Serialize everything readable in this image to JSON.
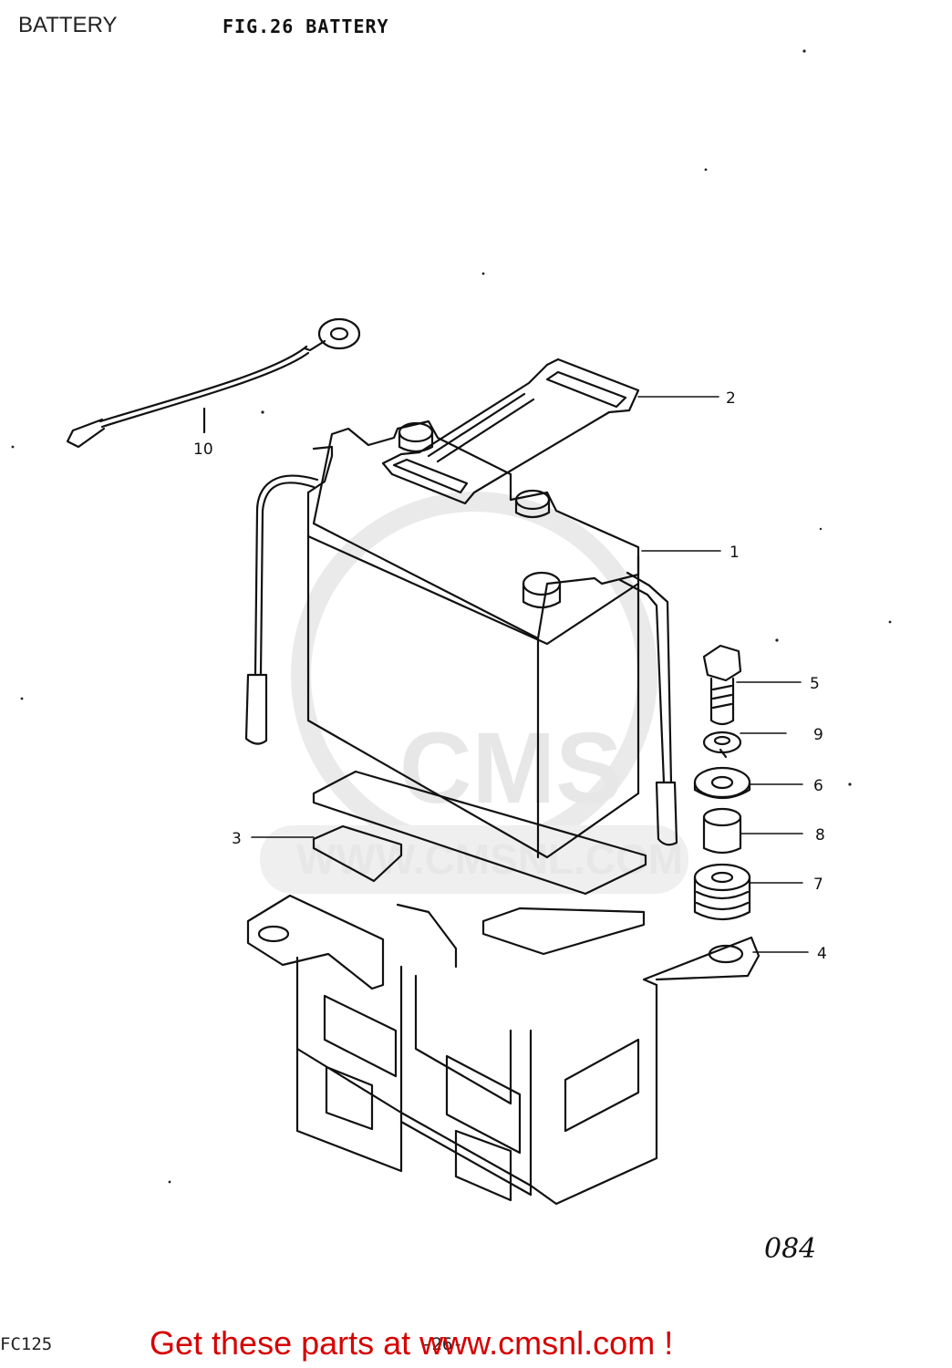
{
  "header": {
    "title": "BATTERY",
    "figure_label": "FIG.26  BATTERY"
  },
  "watermark": {
    "brand": "CMS",
    "url": "WWW.CMSNL.COM"
  },
  "callouts": [
    {
      "id": "part-1",
      "label": "1"
    },
    {
      "id": "part-2",
      "label": "2"
    },
    {
      "id": "part-3",
      "label": "3"
    },
    {
      "id": "part-4",
      "label": "4"
    },
    {
      "id": "part-5",
      "label": "5"
    },
    {
      "id": "part-6",
      "label": "6"
    },
    {
      "id": "part-7",
      "label": "7"
    },
    {
      "id": "part-8",
      "label": "8"
    },
    {
      "id": "part-9",
      "label": "9"
    },
    {
      "id": "part-10",
      "label": "10"
    }
  ],
  "footer": {
    "figure_code": "084",
    "model_code": "FC125",
    "page_number": "-26-",
    "promo_text": "Get these parts at www.cmsnl.com !"
  }
}
